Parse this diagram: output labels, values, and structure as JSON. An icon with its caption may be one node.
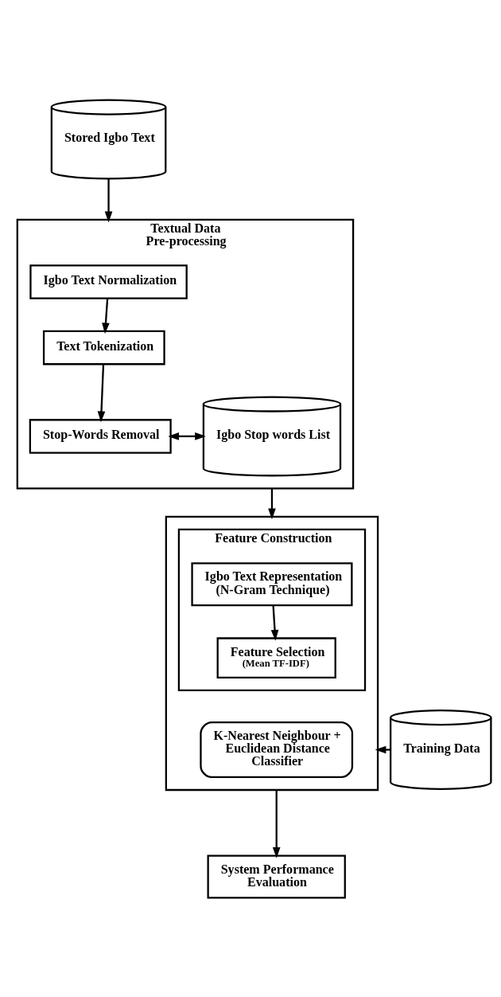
{
  "diagram": {
    "nodes": [
      {
        "text": [
          "Stored Igbo Text"
        ]
      },
      {
        "text": [
          "Textual Data Pre-processing"
        ]
      },
      {
        "text": [
          "Igbo Text Normalization"
        ],
        "in": 1
      },
      {
        "text": [
          "Text Tokenization"
        ],
        "in": 1
      },
      {
        "text": [
          "Stop-Words Removal"
        ],
        "in": 1
      },
      {
        "text": [
          "Igbo Stop words List"
        ],
        "in": 1
      },
      {
        "text": [],
        "shape": "box"
      },
      {
        "text": [
          "Feature Construction"
        ],
        "in": 6
      },
      {
        "text": [
          "Igbo Text Representation (N-Gram Technique)"
        ],
        "in": 7
      },
      {
        "text": [
          "Feature Selection",
          "(Mean TF-IDF)"
        ],
        "in": 7
      },
      {
        "text": [
          "K-Nearest Neighbour + Euclidean Distance Classifier"
        ],
        "in": 6
      },
      {
        "text": [
          "Training Data"
        ]
      },
      {
        "text": [
          "System Performance Evaluation"
        ]
      }
    ],
    "edges": [
      {
        "from": 0,
        "to": 1,
        "arrow": "to"
      },
      {
        "from": 2,
        "to": 3,
        "arrow": "to"
      },
      {
        "from": 3,
        "to": 4,
        "arrow": "to"
      },
      {
        "from": 4,
        "to": 5,
        "arrow": "both"
      },
      {
        "from": 1,
        "to": 6,
        "arrow": "to"
      },
      {
        "from": 8,
        "to": 9,
        "arrow": "to"
      },
      {
        "from": 11,
        "to": 6,
        "arrow": "to"
      },
      {
        "from": 6,
        "to": 12,
        "arrow": "to"
      }
    ]
  }
}
